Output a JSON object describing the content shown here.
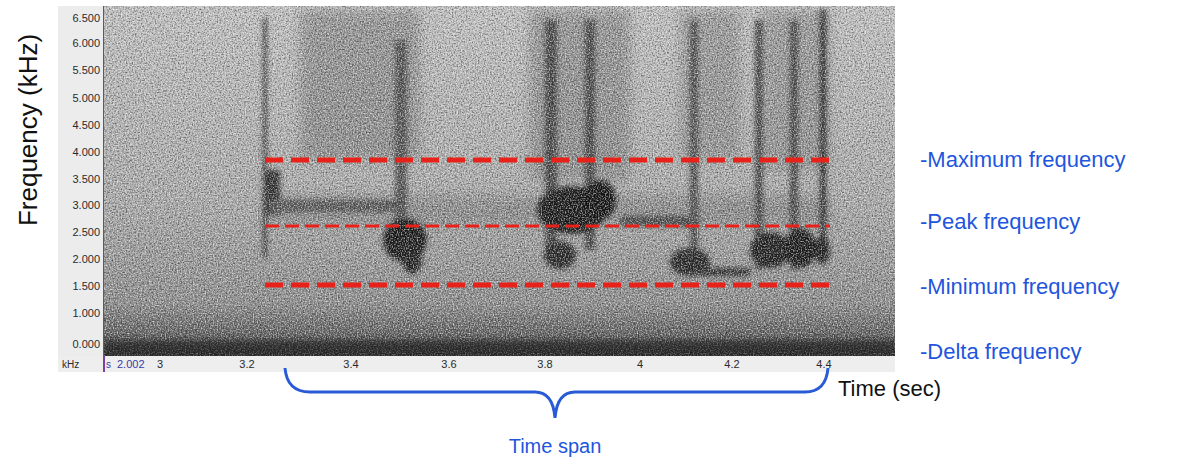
{
  "diagram": {
    "labels": [
      "Frequency (kHz)",
      "6.500",
      "6.000",
      "5.500",
      "5.000",
      "4.500",
      "4.000",
      "3.500",
      "3.000",
      "2.500",
      "2.000",
      "1.500",
      "1.000",
      "0.000",
      "kHz",
      "s",
      "2.002",
      "3",
      "3.2",
      "3.4",
      "3.6",
      "3.8",
      "4",
      "4.2",
      "4.4",
      "Time (sec)",
      "-Maximum frequency",
      "-Peak frequency",
      "-Minimum frequency",
      "-Delta frequency",
      "Time span"
    ]
  }
}
